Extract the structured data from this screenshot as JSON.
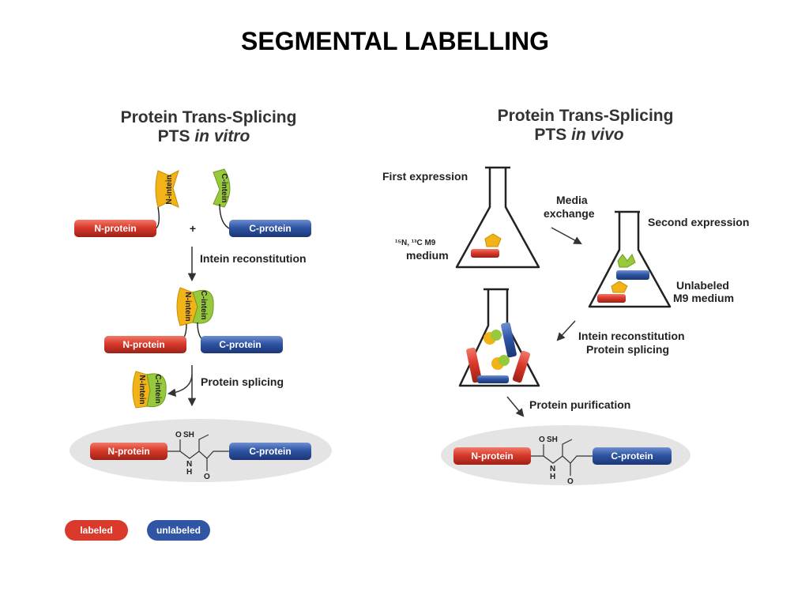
{
  "title": "SEGMENTAL LABELLING",
  "colors": {
    "labeled": "#d93a2b",
    "unlabeled": "#2f55a4",
    "n_intein": "#f2b318",
    "c_intein": "#98c93c",
    "ellipse": "#e4e4e4"
  },
  "in_vitro": {
    "heading_line1": "Protein Trans-Splicing",
    "heading_prefix": "PTS ",
    "heading_italic": "in vitro",
    "n_protein": "N-protein",
    "c_protein": "C-protein",
    "n_intein": "N-intein",
    "c_intein": "C-intein",
    "plus": "+",
    "step1": "Intein reconstitution",
    "step2": "Protein splicing",
    "sh": "SH",
    "o": "O",
    "nh_n": "N",
    "nh_h": "H"
  },
  "in_vivo": {
    "heading_line1": "Protein Trans-Splicing",
    "heading_prefix": "PTS ",
    "heading_italic": "in vivo",
    "first_expression": "First expression",
    "medium_line1": "¹⁵N, ¹³C M9",
    "medium_line2": "medium",
    "media_exchange_line1": "Media",
    "media_exchange_line2": "exchange",
    "second_expression": "Second expression",
    "unlabeled_medium_line1": "Unlabeled",
    "unlabeled_medium_line2": "M9 medium",
    "step_line1": "Intein reconstitution",
    "step_line2": "Protein splicing",
    "purification": "Protein purification",
    "n_protein": "N-protein",
    "c_protein": "C-protein",
    "sh": "SH",
    "o": "O",
    "nh_n": "N",
    "nh_h": "H"
  },
  "legend": {
    "labeled": "labeled",
    "unlabeled": "unlabeled"
  }
}
